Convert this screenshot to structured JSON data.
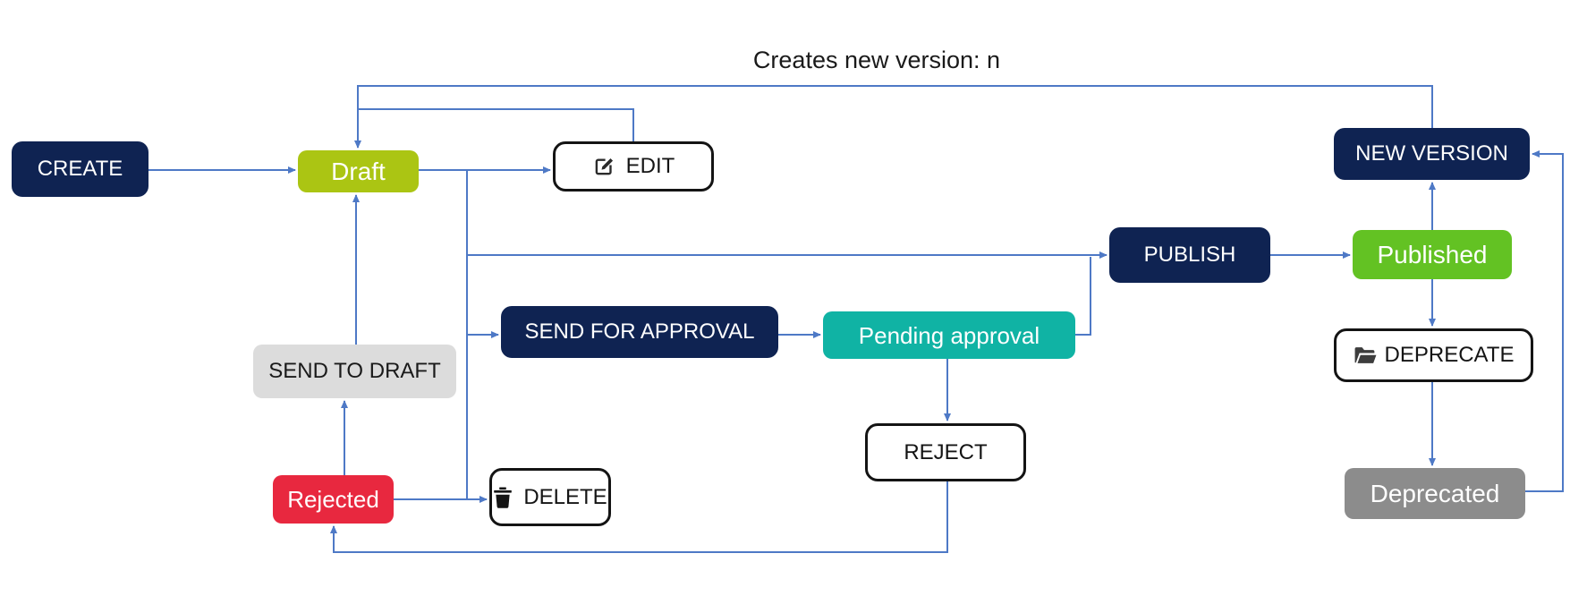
{
  "annotation": "Creates new version: n",
  "colors": {
    "navy": "#0f2352",
    "lime": "#abc513",
    "green": "#63c223",
    "teal": "#10b3a4",
    "red": "#e8283f",
    "light-gray": "#dcdcdc",
    "dark-gray": "#8c8c8c",
    "line-blue": "#4e79c6",
    "outline-black": "#141414"
  },
  "nodes": {
    "create": {
      "label": "CREATE",
      "type": "action"
    },
    "draft": {
      "label": "Draft",
      "type": "state"
    },
    "edit": {
      "label": "EDIT",
      "type": "action",
      "icon": "edit-pencil-square-icon"
    },
    "publish": {
      "label": "PUBLISH",
      "type": "action"
    },
    "published": {
      "label": "Published",
      "type": "state"
    },
    "send_for_approval": {
      "label": "SEND FOR APPROVAL",
      "type": "action"
    },
    "pending_approval": {
      "label": "Pending approval",
      "type": "state"
    },
    "reject": {
      "label": "REJECT",
      "type": "action"
    },
    "send_to_draft": {
      "label": "SEND TO DRAFT",
      "type": "action"
    },
    "rejected": {
      "label": "Rejected",
      "type": "state"
    },
    "delete": {
      "label": "DELETE",
      "type": "action",
      "icon": "trash-icon"
    },
    "new_version": {
      "label": "NEW VERSION",
      "type": "action"
    },
    "deprecate": {
      "label": "DEPRECATE",
      "type": "action",
      "icon": "open-folder-icon"
    },
    "deprecated": {
      "label": "Deprecated",
      "type": "state"
    }
  },
  "edges": [
    {
      "from": "create",
      "to": "draft"
    },
    {
      "from": "draft",
      "to": "edit"
    },
    {
      "from": "edit",
      "to": "draft"
    },
    {
      "from": "draft",
      "to": "publish"
    },
    {
      "from": "draft",
      "to": "send_for_approval"
    },
    {
      "from": "draft",
      "to": "delete"
    },
    {
      "from": "send_for_approval",
      "to": "pending_approval"
    },
    {
      "from": "pending_approval",
      "to": "publish"
    },
    {
      "from": "pending_approval",
      "to": "reject"
    },
    {
      "from": "reject",
      "to": "rejected"
    },
    {
      "from": "rejected",
      "to": "send_to_draft"
    },
    {
      "from": "rejected",
      "to": "delete"
    },
    {
      "from": "send_to_draft",
      "to": "draft"
    },
    {
      "from": "publish",
      "to": "published"
    },
    {
      "from": "published",
      "to": "new_version"
    },
    {
      "from": "published",
      "to": "deprecate"
    },
    {
      "from": "deprecate",
      "to": "deprecated"
    },
    {
      "from": "deprecated",
      "to": "new_version"
    },
    {
      "from": "new_version",
      "to": "draft",
      "label": "Creates new version: n"
    }
  ]
}
